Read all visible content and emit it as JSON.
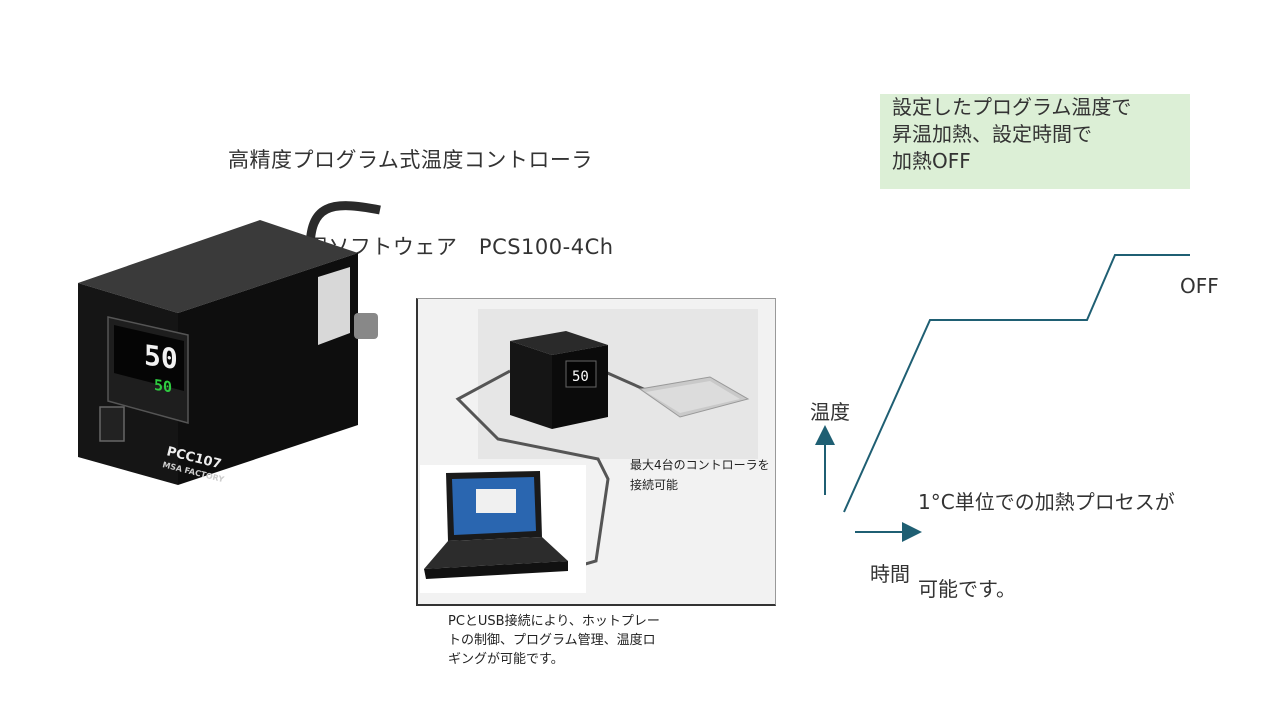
{
  "title": {
    "line1": "高精度プログラム式温度コントローラ",
    "line2": "/PC接続用ソフトウェア　PCS100-4Ch"
  },
  "callout": {
    "line1": "設定したプログラム温度で",
    "line2": "昇温加熱、設定時間で",
    "line3": "加熱OFF",
    "bg_color": "#dcefd6"
  },
  "device": {
    "model": "PCC107",
    "brand": "MSA FACTORY",
    "pv_value": "50",
    "sv_value": "50"
  },
  "setup_photo": {
    "caption": "最大4台のコントローラを\n接続可能",
    "controller_display": "50"
  },
  "footer_caption": {
    "line1": "PCとUSB接続により、ホットプレー",
    "line2": "トの制御、プログラム管理、温度ロ",
    "line3": "ギングが可能です。"
  },
  "profile": {
    "y_axis_label": "温度",
    "x_axis_label": "時間",
    "off_label": "OFF",
    "note_line1": "1°C単位での加熱プロセスが",
    "note_line2": "可能です。",
    "line_color": "#1f5f73"
  }
}
